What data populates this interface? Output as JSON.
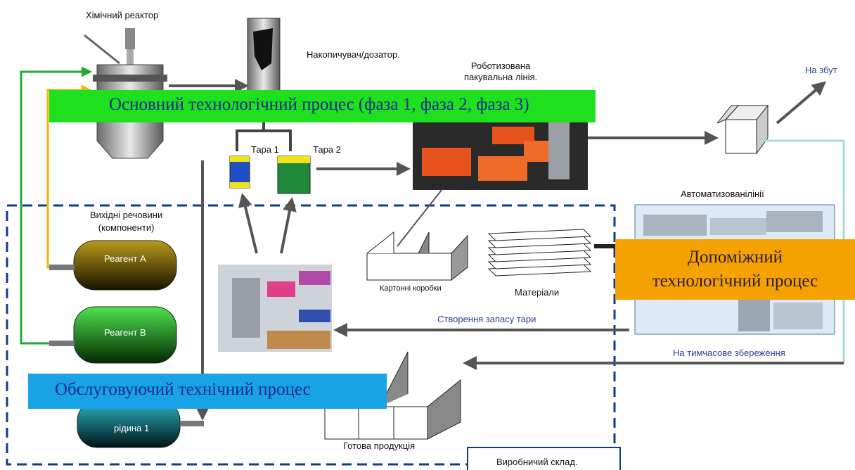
{
  "labels": {
    "reactor": "Хімічний реактор",
    "accumulator": "Накопичувач/дозатор.",
    "packing_line": "Роботизована\nпакувальна лінія.",
    "for_sale": "На збут",
    "tara1": "Тара 1",
    "tara2": "Тара 2",
    "source_substances": "Вихідні речовини\n(компоненти)",
    "automated_lines": "Автоматизованілінії",
    "cardboard_boxes": "Картонні коробки",
    "materials": "Матеріали",
    "create_tara_stock": "Створення запасу тари",
    "temp_storage": "На тимчасове збереження",
    "finished_products": "Готова продукція",
    "warehouse": "Виробничий склад."
  },
  "tanks": {
    "reagent_a": "Реагент А",
    "reagent_b": "Реагент В",
    "liquid_1": "рідина 1"
  },
  "banners": {
    "main_process": "Основний технологічний процес (фаза 1, фаза 2, фаза 3)",
    "auxiliary_line1": "Допоміжний",
    "auxiliary_line2": "технологічний процес",
    "service_process": "Обслуговуючий технічний процес"
  },
  "colors": {
    "main_banner": "#1ee01e",
    "service_banner": "#18a3e6",
    "auxiliary_banner": "#f5a200",
    "dashed_border": "#0b3d8c",
    "arrow": "#555555",
    "green_line": "#22aa33",
    "yellow_line": "#f0b400",
    "light_blue_line": "#a9d9dd"
  }
}
